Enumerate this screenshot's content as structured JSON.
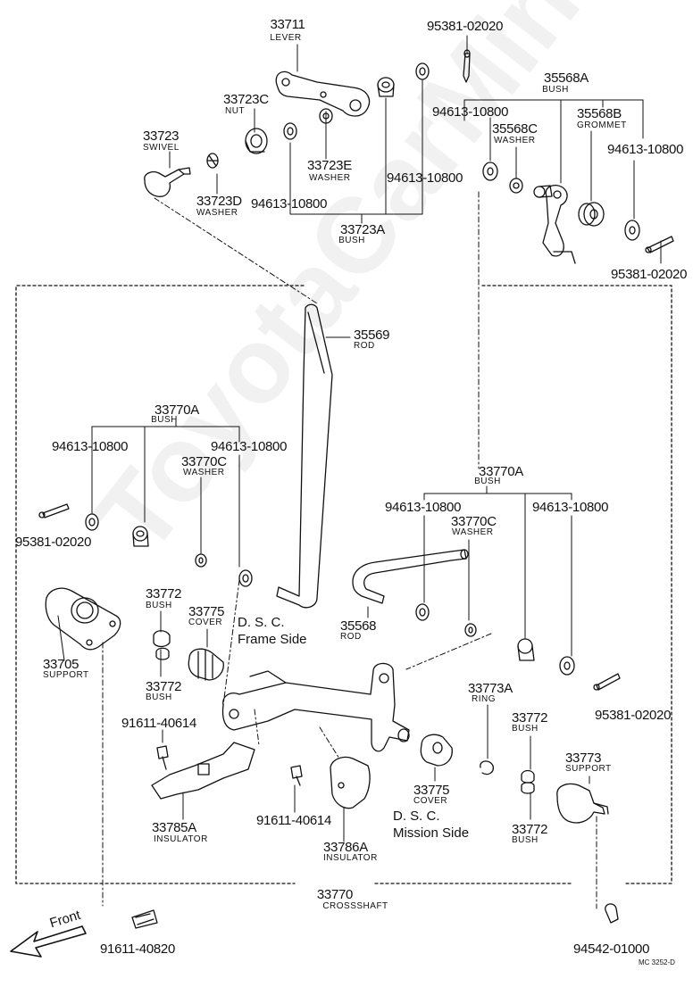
{
  "parts": [
    {
      "id": "p33711",
      "no": "33711",
      "name": "LEVER"
    },
    {
      "id": "p95381_a",
      "no": "95381-02020",
      "name": ""
    },
    {
      "id": "p35568A_top",
      "no": "35568A",
      "name": "BUSH"
    },
    {
      "id": "p33723C",
      "no": "33723C",
      "name": "NUT"
    },
    {
      "id": "p94613_a",
      "no": "94613-10800",
      "name": ""
    },
    {
      "id": "p35568C",
      "no": "35568C",
      "name": "WASHER"
    },
    {
      "id": "p35568B",
      "no": "35568B",
      "name": "GROMMET"
    },
    {
      "id": "p33723",
      "no": "33723",
      "name": "SWIVEL"
    },
    {
      "id": "p94613_b",
      "no": "94613-10800",
      "name": ""
    },
    {
      "id": "p33723E",
      "no": "33723E",
      "name": "WASHER"
    },
    {
      "id": "p94613_c",
      "no": "94613-10800",
      "name": ""
    },
    {
      "id": "p33723D",
      "no": "33723D",
      "name": "WASHER"
    },
    {
      "id": "p94613_d",
      "no": "94613-10800",
      "name": ""
    },
    {
      "id": "p33723A",
      "no": "33723A",
      "name": "BUSH"
    },
    {
      "id": "p95381_b",
      "no": "95381-02020",
      "name": ""
    },
    {
      "id": "p35569",
      "no": "35569",
      "name": "ROD"
    },
    {
      "id": "p33770A_l",
      "no": "33770A",
      "name": "BUSH"
    },
    {
      "id": "p94613_e",
      "no": "94613-10800",
      "name": ""
    },
    {
      "id": "p94613_f",
      "no": "94613-10800",
      "name": ""
    },
    {
      "id": "p33770C_l",
      "no": "33770C",
      "name": "WASHER"
    },
    {
      "id": "p33770A_r",
      "no": "33770A",
      "name": "BUSH"
    },
    {
      "id": "p94613_g",
      "no": "94613-10800",
      "name": ""
    },
    {
      "id": "p33770C_r",
      "no": "33770C",
      "name": "WASHER"
    },
    {
      "id": "p94613_h",
      "no": "94613-10800",
      "name": ""
    },
    {
      "id": "p95381_c",
      "no": "95381-02020",
      "name": ""
    },
    {
      "id": "p33772_a",
      "no": "33772",
      "name": "BUSH"
    },
    {
      "id": "p33775_a",
      "no": "33775",
      "name": "COVER"
    },
    {
      "id": "p33705",
      "no": "33705",
      "name": "SUPPORT"
    },
    {
      "id": "p33772_b",
      "no": "33772",
      "name": "BUSH"
    },
    {
      "id": "p35568",
      "no": "35568",
      "name": "ROD"
    },
    {
      "id": "p33773A",
      "no": "33773A",
      "name": "RING"
    },
    {
      "id": "p95381_d",
      "no": "95381-02020",
      "name": ""
    },
    {
      "id": "p91611_a",
      "no": "91611-40614",
      "name": ""
    },
    {
      "id": "p33772_c",
      "no": "33772",
      "name": "BUSH"
    },
    {
      "id": "p33773",
      "no": "33773",
      "name": "SUPPORT"
    },
    {
      "id": "p33775_b",
      "no": "33775",
      "name": "COVER"
    },
    {
      "id": "p33785A",
      "no": "33785A",
      "name": "INSULATOR"
    },
    {
      "id": "p91611_b",
      "no": "91611-40614",
      "name": ""
    },
    {
      "id": "p33772_d",
      "no": "33772",
      "name": "BUSH"
    },
    {
      "id": "p33786A",
      "no": "33786A",
      "name": "INSULATOR"
    },
    {
      "id": "p33770",
      "no": "33770",
      "name": "CROSSSHAFT"
    },
    {
      "id": "p91611_c",
      "no": "91611-40820",
      "name": ""
    },
    {
      "id": "p94542",
      "no": "94542-01000",
      "name": ""
    }
  ],
  "notes": {
    "dsc_frame_1": "D. S. C.",
    "dsc_frame_2": "Frame Side",
    "dsc_mission_1": "D. S. C.",
    "dsc_mission_2": "Mission Side",
    "front": "Front",
    "drawing_code": "MC 3252-D",
    "watermark": "ToyotaCarMiner.ru"
  }
}
